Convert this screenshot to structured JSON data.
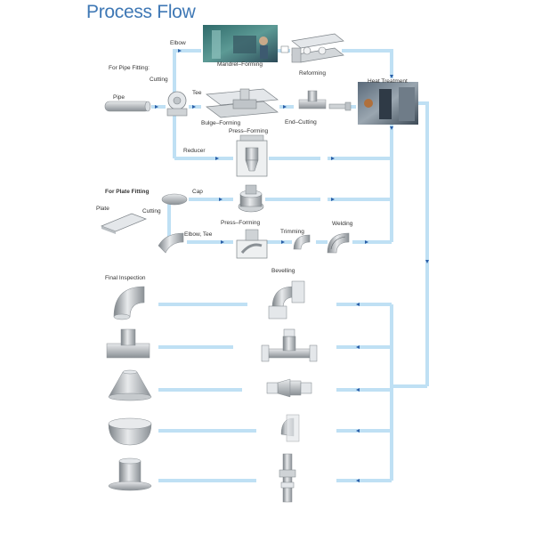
{
  "title": "Process Flow",
  "sections": {
    "pipe_fitting": "For Pipe Fitting:",
    "plate_fitting": "For Plate Fitting",
    "final_inspection": "Final Inspection"
  },
  "steps": {
    "pipe": "Pipe",
    "cutting_pipe": "Cutting",
    "elbow": "Elbow",
    "mandrel_forming": "Mandrel–Forming",
    "reforming": "Reforming",
    "heat_treatment": "Heat Treatment",
    "tee": "Tee",
    "bulge_forming": "Bulge–Forming",
    "end_cutting": "End–Cutting",
    "press_forming_top": "Press–Forming",
    "reducer": "Reducer",
    "plate": "Plate",
    "cutting_plate": "Cutting",
    "cap": "Cap",
    "press_forming_cap": "Press–Forming",
    "elbow_tee": "Elbow, Tee",
    "trimming": "Trimming",
    "welding": "Welding",
    "bevelling": "Bevelling"
  },
  "colors": {
    "title": "#3f78b5",
    "flow_line": "#bfe0f4",
    "arrow": "#2a5fa8",
    "metal": "#a9aeb3"
  }
}
